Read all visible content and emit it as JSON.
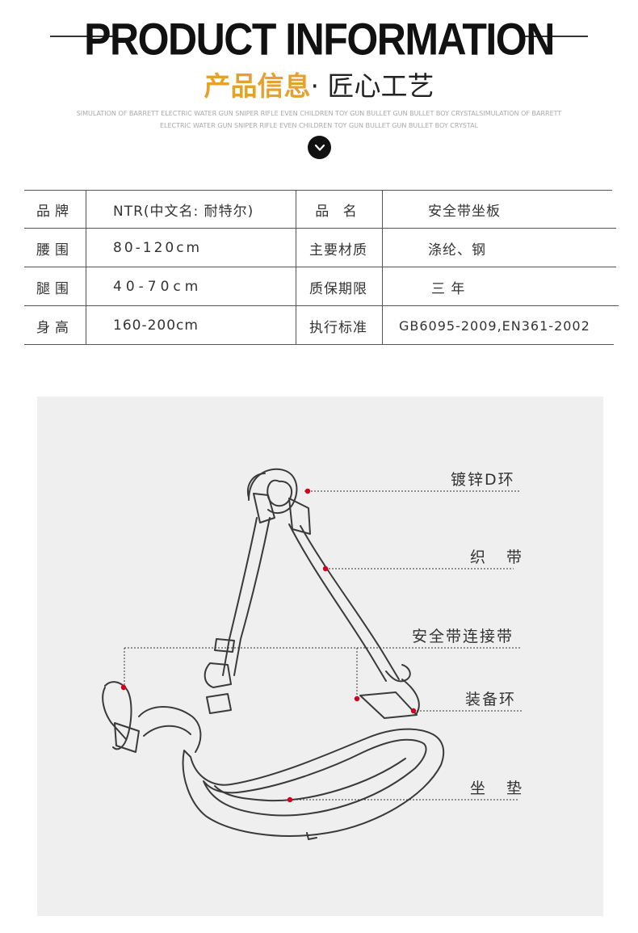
{
  "header": {
    "title": "PRODUCT INFORMATION",
    "subtitle_accent": "产品信息",
    "subtitle_rest": "· 匠心工艺",
    "tagline": "SIMULATION OF BARRETT ELECTRIC WATER GUN SNIPER RIFLE EVEN CHILDREN TOY GUN BULLET GUN BULLET BOY CRYSTALSIMULATION OF BARRETT ELECTRIC WATER GUN SNIPER RIFLE EVEN CHILDREN TOY GUN BULLET GUN BULLET BOY CRYSTAL",
    "icon": "chevron-down-icon"
  },
  "specs": [
    {
      "label": "品牌",
      "value": "NTR(中文名: 耐特尔)",
      "label2": "品 名",
      "value2": "安全带坐板"
    },
    {
      "label": "腰围",
      "value": "80-120cm",
      "label2": "主要材质",
      "value2": "涤纶、钢"
    },
    {
      "label": "腿围",
      "value": "40-70cm",
      "label2": "质保期限",
      "value2": "三 年"
    },
    {
      "label": "身高",
      "value": "160-200cm",
      "label2": "执行标准",
      "value2": "GB6095-2009,EN361-2002"
    }
  ],
  "diagram": {
    "callouts": {
      "d_ring": "镀锌D环",
      "webbing": "织 带",
      "connector": "安全带连接带",
      "gear_loop": "装备环",
      "seat_pad": "坐 垫"
    },
    "colors": {
      "marker": "#d0021b",
      "background": "#efefef"
    }
  },
  "colors": {
    "accent": "#e6a12c",
    "dark": "#111111"
  }
}
